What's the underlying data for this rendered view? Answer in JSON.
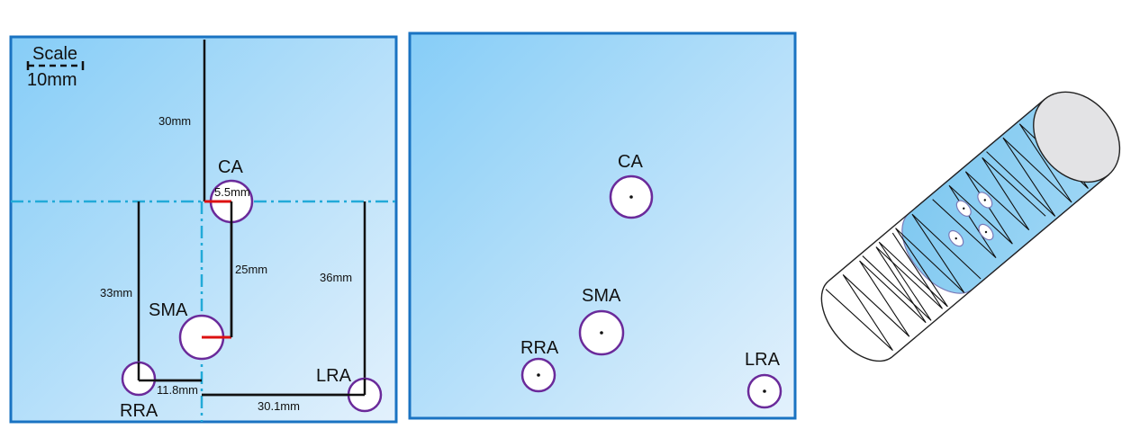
{
  "scale": {
    "title": "Scale",
    "value": "10mm"
  },
  "left_panel": {
    "labels": {
      "ca": "CA",
      "sma": "SMA",
      "rra": "RRA",
      "lra": "LRA"
    },
    "measurements": {
      "top": "30mm",
      "ca_radius": "5.5mm",
      "ca_to_sma": "25mm",
      "rra_vertical": "33mm",
      "lra_vertical": "36mm",
      "rra_horizontal": "11.8mm",
      "lra_horizontal": "30.1mm"
    }
  },
  "right_panel": {
    "labels": {
      "ca": "CA",
      "sma": "SMA",
      "rra": "RRA",
      "lra": "LRA"
    }
  },
  "colors": {
    "panel_border": "#1a73c2",
    "panel_fill_start": "#86cdf7",
    "panel_fill_end": "#e0f0fc",
    "circle_stroke": "#6a2a9a",
    "centerline": "#22aad8",
    "radius_line": "#dd1111",
    "dimension_line": "#111111"
  }
}
